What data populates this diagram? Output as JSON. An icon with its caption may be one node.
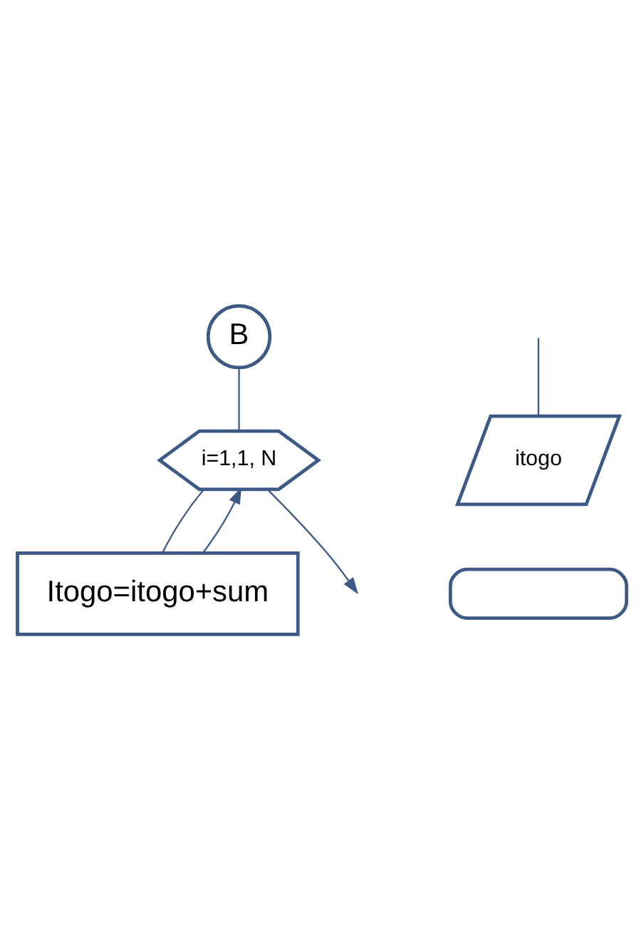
{
  "diagram": {
    "nodes": [
      {
        "text": [
          "B"
        ]
      },
      {
        "text": [
          "i=1,1, N"
        ]
      },
      {
        "text": [
          "Itogo=itogo+sum"
        ]
      },
      {
        "text": [
          "itogo"
        ]
      },
      {
        "text": [],
        "shape": "box"
      }
    ],
    "edges": [
      {
        "from": 0,
        "to": 1,
        "arrow": "none"
      },
      {
        "from": 1,
        "to": 2,
        "arrow": "none"
      },
      {
        "from": 2,
        "to": 1,
        "arrow": "to"
      },
      {
        "from": 1,
        "to": null,
        "arrow": "to"
      },
      {
        "from": null,
        "to": 3,
        "arrow": "none"
      }
    ]
  }
}
